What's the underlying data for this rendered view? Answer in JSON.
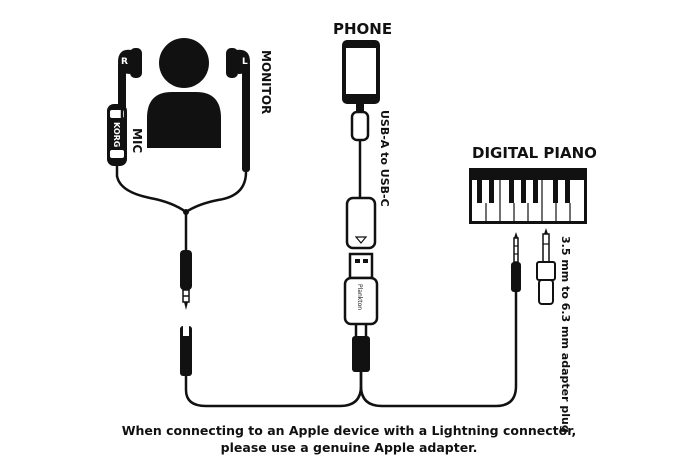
{
  "labels": {
    "phone": "PHONE",
    "digital_piano": "DIGITAL PIANO",
    "monitor": "MONITOR",
    "mic": "MIC",
    "earbud_right": "R",
    "earbud_left": "L",
    "brand": "KORG",
    "cable_spec": "USB-A to USB-C",
    "adapter_spec": "3.5 mm to 6.3 mm adapter plug",
    "interface_brand": "Plankton"
  },
  "caption": {
    "line1": "When connecting to an Apple device with a Lightning connector,",
    "line2": "please use a genuine Apple adapter."
  },
  "colors": {
    "ink": "#111111",
    "background": "#ffffff"
  }
}
